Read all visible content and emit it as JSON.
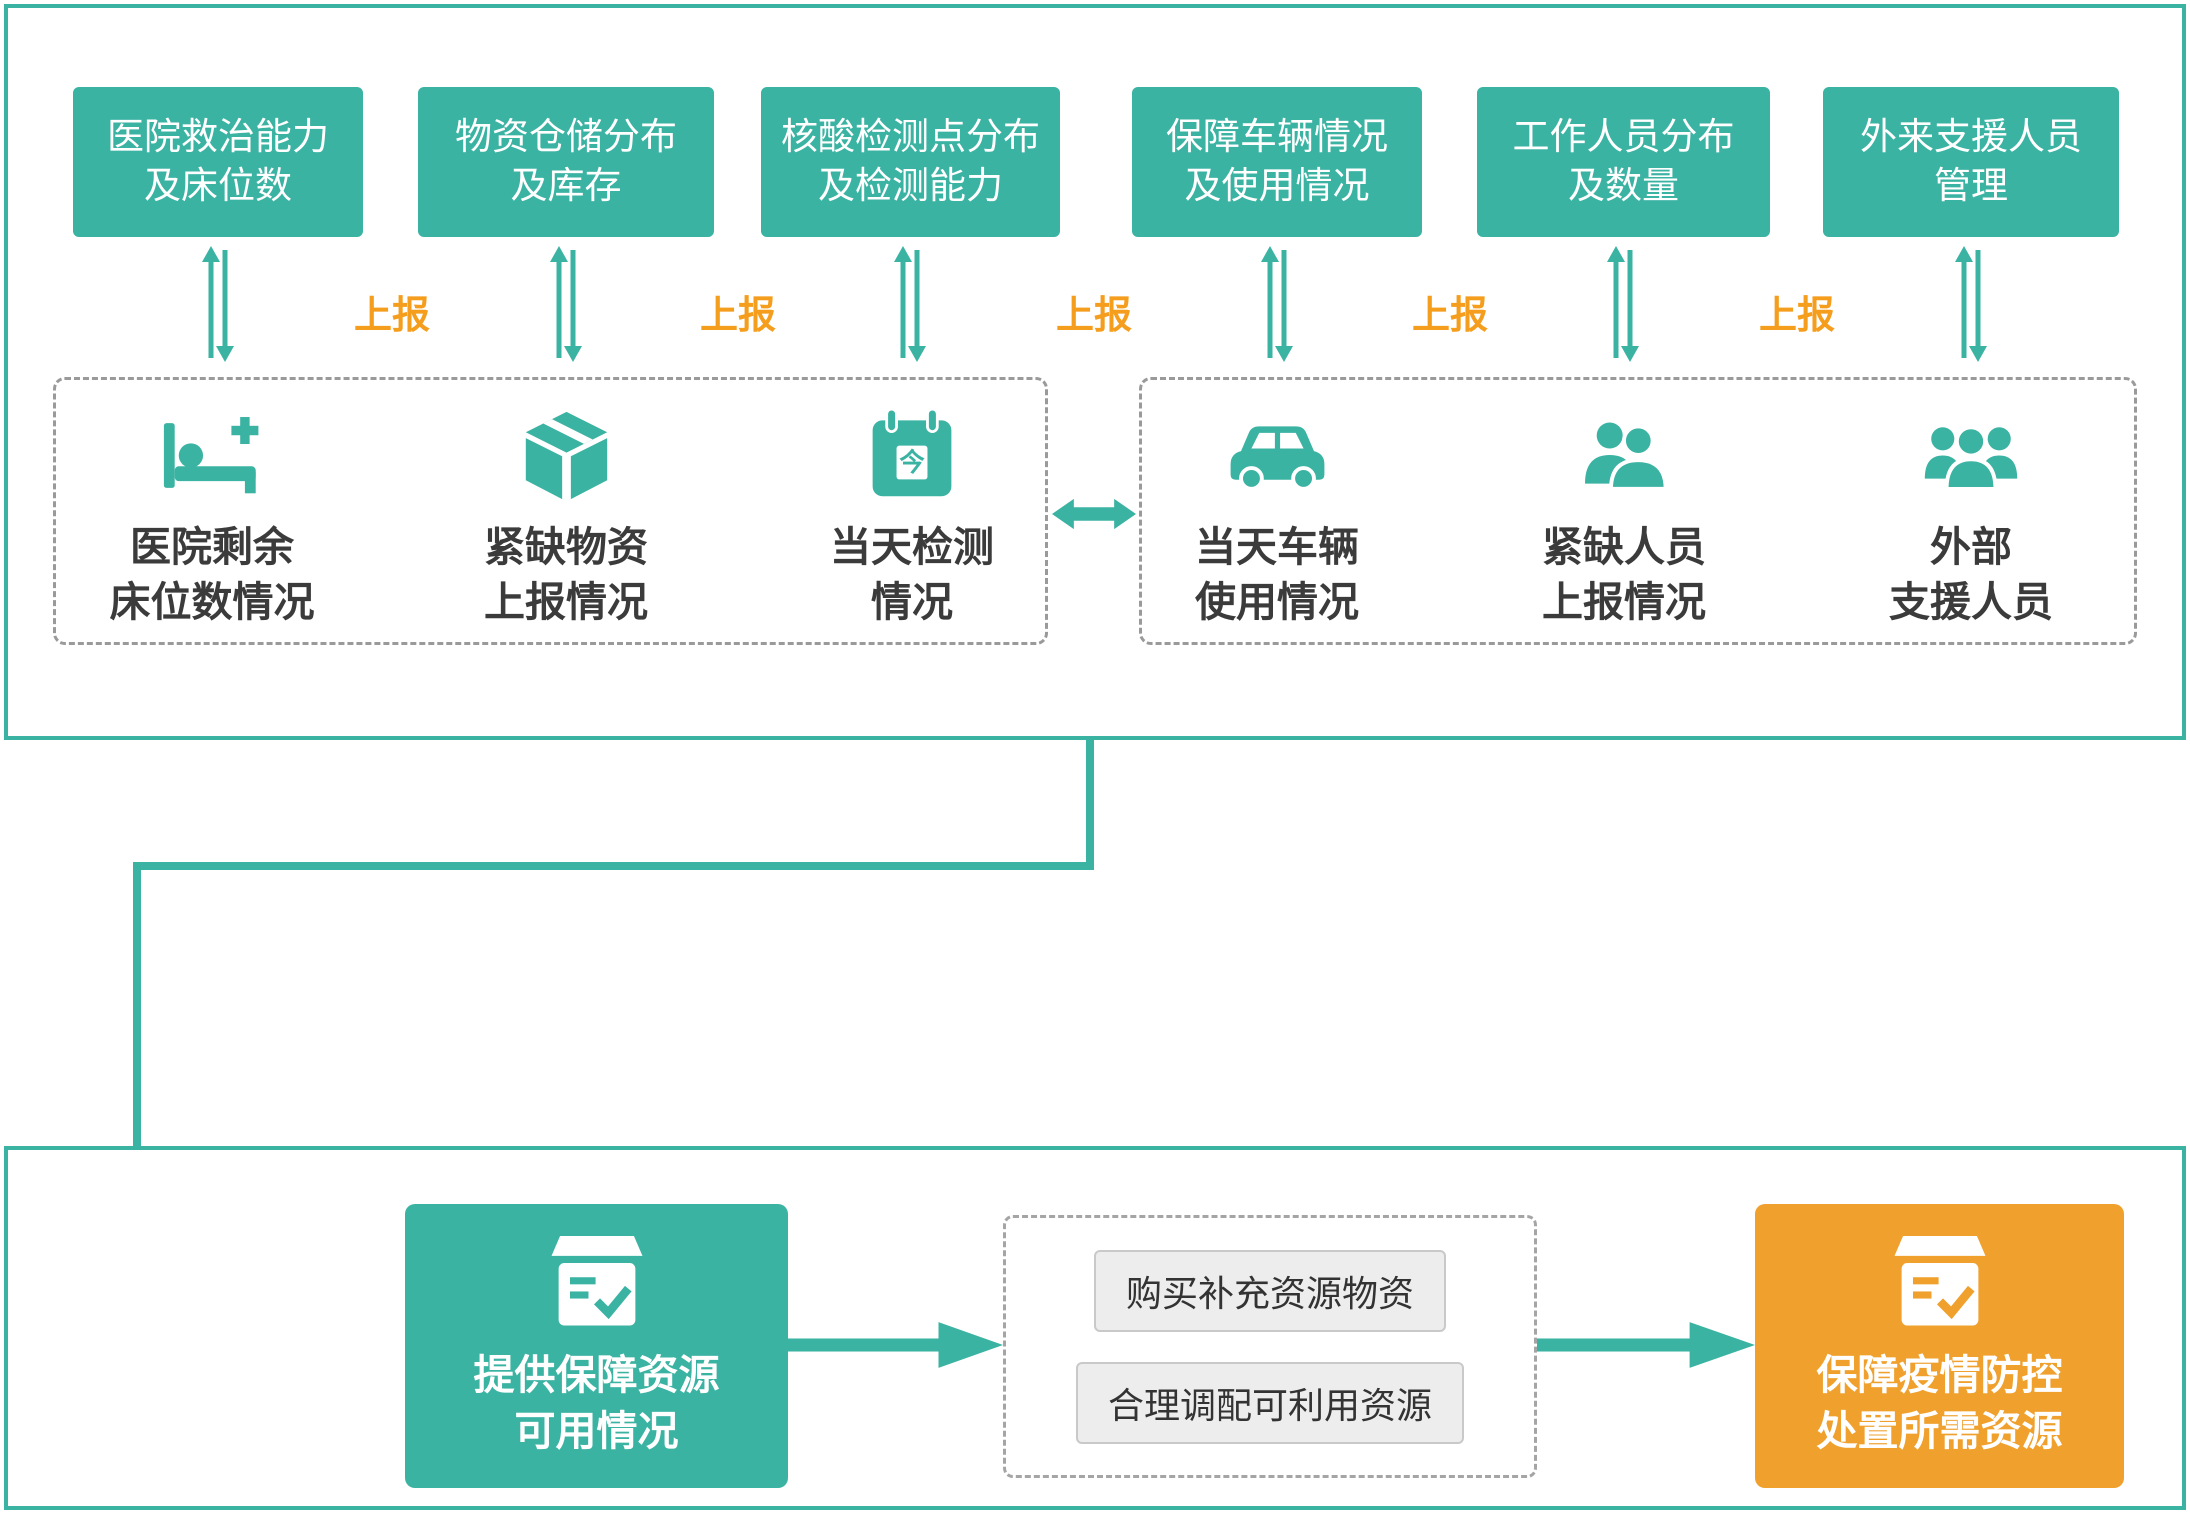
{
  "colors": {
    "teal": "#3bb3a3",
    "orange": "#efa02d",
    "report_orange": "#f59d1c"
  },
  "top_boxes": [
    {
      "line1": "医院救治能力",
      "line2": "及床位数"
    },
    {
      "line1": "物资仓储分布",
      "line2": "及库存"
    },
    {
      "line1": "核酸检测点分布",
      "line2": "及检测能力"
    },
    {
      "line1": "保障车辆情况",
      "line2": "及使用情况"
    },
    {
      "line1": "工作人员分布",
      "line2": "及数量"
    },
    {
      "line1": "外来支援人员",
      "line2": "管理"
    }
  ],
  "report_labels": [
    "上报",
    "上报",
    "上报",
    "上报",
    "上报"
  ],
  "left_items": [
    {
      "line1": "医院剩余",
      "line2": "床位数情况"
    },
    {
      "line1": "紧缺物资",
      "line2": "上报情况"
    },
    {
      "line1": "当天检测",
      "line2": "情况",
      "calendar_glyph": "今"
    }
  ],
  "right_items": [
    {
      "line1": "当天车辆",
      "line2": "使用情况"
    },
    {
      "line1": "紧缺人员",
      "line2": "上报情况"
    },
    {
      "line1": "外部",
      "line2": "支援人员"
    }
  ],
  "bottom": {
    "provide_box": {
      "line1": "提供保障资源",
      "line2": "可用情况"
    },
    "options": [
      "购买补充资源物资",
      "合理调配可利用资源"
    ],
    "result_box": {
      "line1": "保障疫情防控",
      "line2": "处置所需资源"
    }
  }
}
